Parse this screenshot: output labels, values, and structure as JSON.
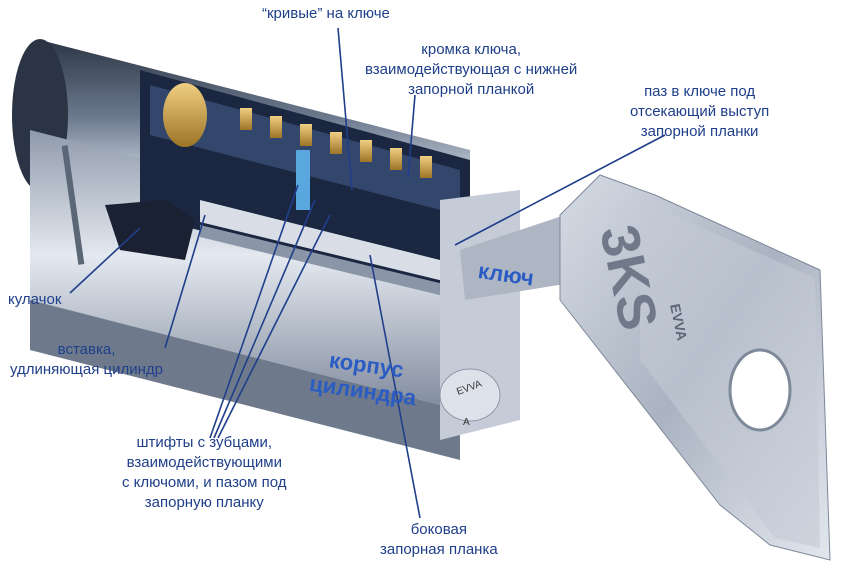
{
  "labels": {
    "curves": "“кривые” на ключе",
    "key_edge": [
      "кромка ключа,",
      "взаимодействующая с нижней",
      "запорной планкой"
    ],
    "key_groove": [
      "паз в ключе под",
      "отсекающий выступ",
      "запорной планки"
    ],
    "cam": "кулачок",
    "extension": [
      "вставка,",
      "удлиняющая цилиндр"
    ],
    "pins": [
      "штифты с зубцами,",
      "взаимодействующими",
      "с ключоми, и пазом под",
      "запорную планку"
    ],
    "side_bar": [
      "боковая",
      "запорная планка"
    ],
    "key": "ключ",
    "body": [
      "корпус",
      "цилиндра"
    ]
  },
  "engravings": {
    "brand": "EVVA",
    "key_model": "3KS",
    "cylinder_mark": "A"
  },
  "colors": {
    "label_text": "#1f3f8a",
    "big_label_text": "#2a5cc4",
    "leader_line": "#1f3f8a",
    "steel_dark": "#3d4656",
    "steel_light": "#c9d2de",
    "brass": "#c89a3e"
  }
}
